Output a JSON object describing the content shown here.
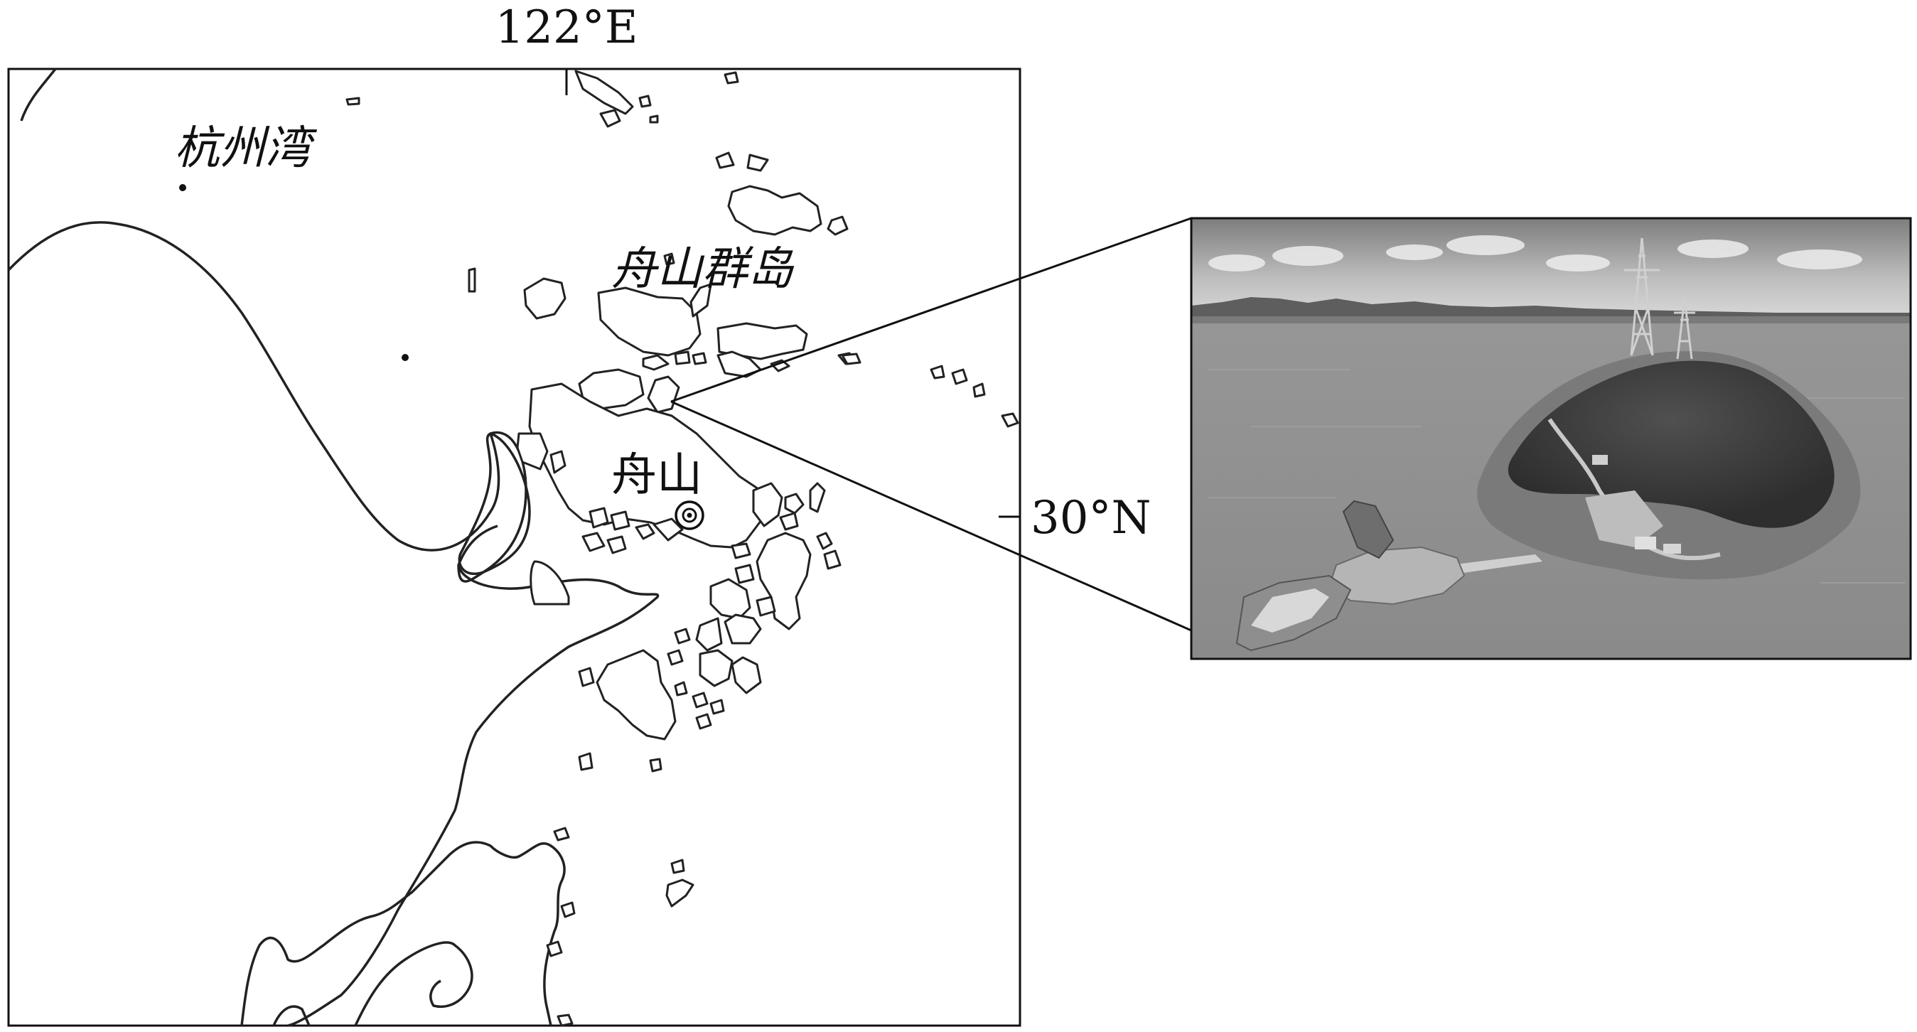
{
  "map": {
    "longitude_label": "122°E",
    "latitude_label": "30°N",
    "places": {
      "bay": "杭州湾",
      "archipelago": "舟山群岛",
      "city": "舟山"
    }
  },
  "photo": {
    "subject": "island-with-pier-and-transmission-towers"
  }
}
